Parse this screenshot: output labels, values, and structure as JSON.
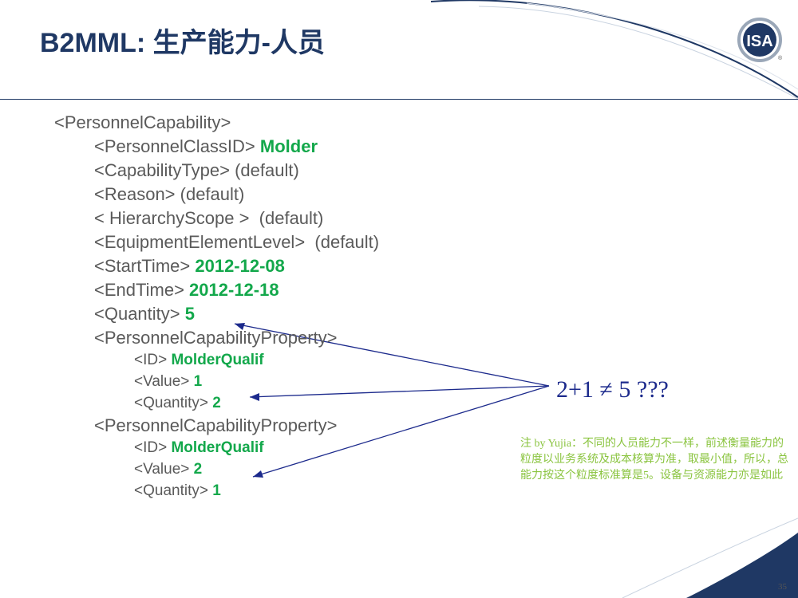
{
  "title": "B2MML: 生产能力-人员",
  "logo": {
    "text": "ISA",
    "tm": "®"
  },
  "xml": {
    "root": "<PersonnelCapability>",
    "class_id_tag": "<PersonnelClassID>",
    "class_id_value": "Molder",
    "capability_type": "<CapabilityType> (default)",
    "reason": "<Reason> (default)",
    "hierarchy_scope": "< HierarchyScope >  (default)",
    "equipment_level": "<EquipmentElementLevel>  (default)",
    "start_tag": "<StartTime>",
    "start_value": "2012-12-08",
    "end_tag": "<EndTime>",
    "end_value": "2012-12-18",
    "quantity_tag": "<Quantity>",
    "quantity_value": "5",
    "property_tag": "<PersonnelCapabilityProperty>",
    "id_tag": "<ID>",
    "value_tag": "<Value>",
    "properties": [
      {
        "id": "MolderQualif",
        "value": "1",
        "quantity": "2"
      },
      {
        "id": "MolderQualif",
        "value": "2",
        "quantity": "1"
      }
    ]
  },
  "equation": "2+1 ≠ 5 ???",
  "note": "注 by Yujia：不同的人员能力不一样，前述衡量能力的粒度以业务系统及成本核算为准，取最小值，所以，总能力按这个粒度标准算是5。设备与资源能力亦是如此",
  "page_number": "35",
  "colors": {
    "title": "#1f3864",
    "tag_text": "#5a5a5a",
    "value_green": "#13a84b",
    "arrow_blue": "#1c2a8c",
    "note_green": "#8ac43f"
  }
}
